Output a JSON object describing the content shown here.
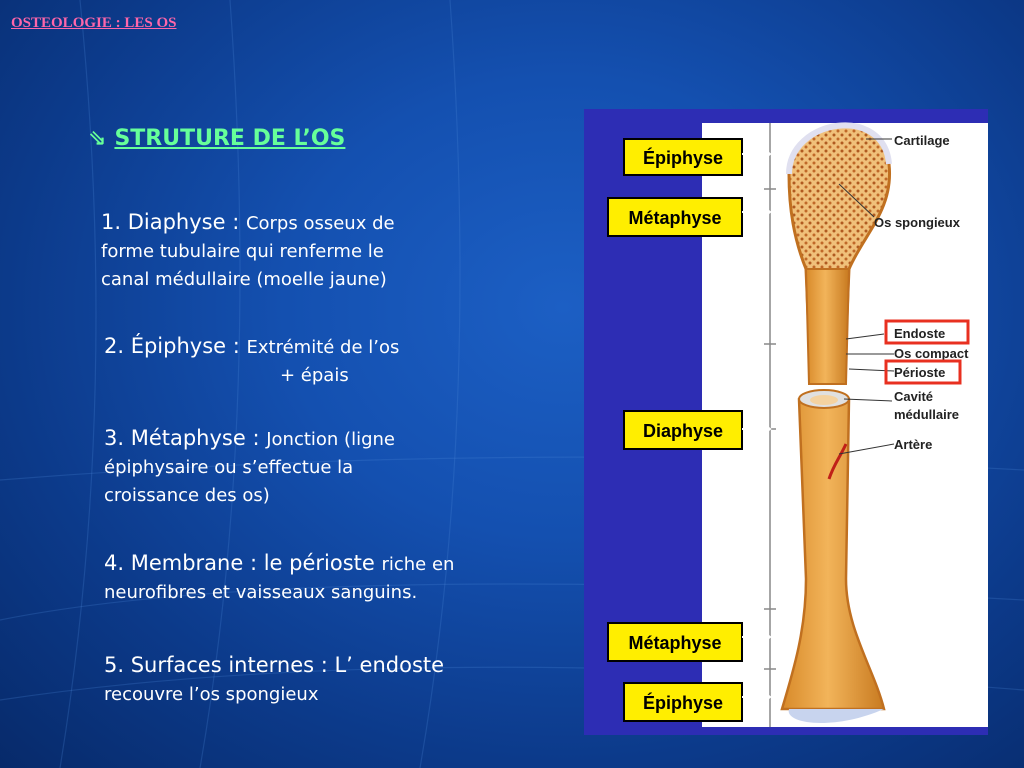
{
  "header": {
    "title": "OSTEOLOGIE : LES OS"
  },
  "section": {
    "arrow": "⇘",
    "title": "STRUTURE DE L’OS"
  },
  "items": [
    {
      "term": "1. Diaphyse : ",
      "desc_line1": "Corps osseux de",
      "desc_line2": "forme tubulaire qui renferme le",
      "desc_line3": "canal médullaire (moelle jaune)"
    },
    {
      "term": "2. Épiphyse : ",
      "desc_line1": "Extrémité de l’os",
      "desc_line2": "+ épais"
    },
    {
      "term": "3. Métaphyse : ",
      "desc_line1": "Jonction (ligne",
      "desc_line2": "épiphysaire ou s’effectue la",
      "desc_line3": "croissance des os)"
    },
    {
      "term": "4. Membrane : le périoste ",
      "desc_line1": "riche en",
      "desc_line2": "neurofibres et vaisseaux sanguins."
    },
    {
      "term": "5. Surfaces internes : L’ endoste",
      "desc_line2": "recouvre l’os spongieux"
    }
  ],
  "figure": {
    "boxes": [
      "Épiphyse",
      "Métaphyse",
      "Diaphyse",
      "Métaphyse",
      "Épiphyse"
    ],
    "labels": {
      "cartilage": "Cartilage",
      "os_spongieux": "Os spongieux",
      "endoste": "Endoste",
      "os_compact": "Os compact",
      "perioste": "Périoste",
      "cavite_1": "Cavité",
      "cavite_2": "médullaire",
      "artere": "Artère"
    },
    "colors": {
      "box_fill": "#ffee00",
      "highlight": "#e83020",
      "bone": "#e8a040",
      "panel": "#2d2db4"
    }
  }
}
